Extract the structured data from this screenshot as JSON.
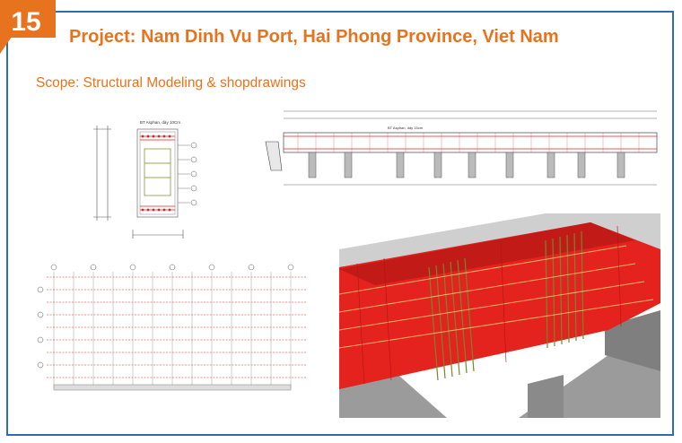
{
  "slide": {
    "number": "15",
    "title": "Project: Nam Dinh Vu Port, Hai Phong Province, Viet Nam",
    "scope": "Scope: Structural Modeling & shopdrawings"
  },
  "colors": {
    "accent": "#e8731e",
    "frame": "#2e6db3",
    "rebar_red": "#e4231e",
    "rebar_green": "#6f8a2a"
  },
  "drawings": {
    "section": {
      "label": "BT Asphan, dày 10Cm"
    },
    "elevation": {
      "label": "BT Asphan, dày 15cm"
    }
  }
}
